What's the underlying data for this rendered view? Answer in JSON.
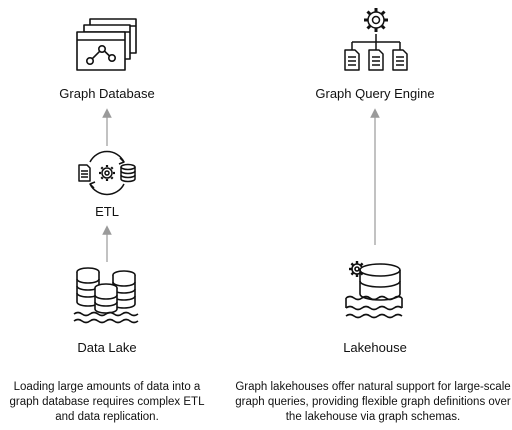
{
  "left": {
    "top_label": "Graph Database",
    "middle_label": "ETL",
    "bottom_label": "Data Lake",
    "caption": "Loading large amounts of data into a graph database requires complex ETL and data replication."
  },
  "right": {
    "top_label": "Graph Query Engine",
    "bottom_label": "Lakehouse",
    "caption": "Graph lakehouses offer natural support for large-scale graph queries, providing flexible graph definitions over the lakehouse via graph schemas."
  },
  "colors": {
    "stroke": "#111111",
    "arrow": "#9a9a9a"
  }
}
